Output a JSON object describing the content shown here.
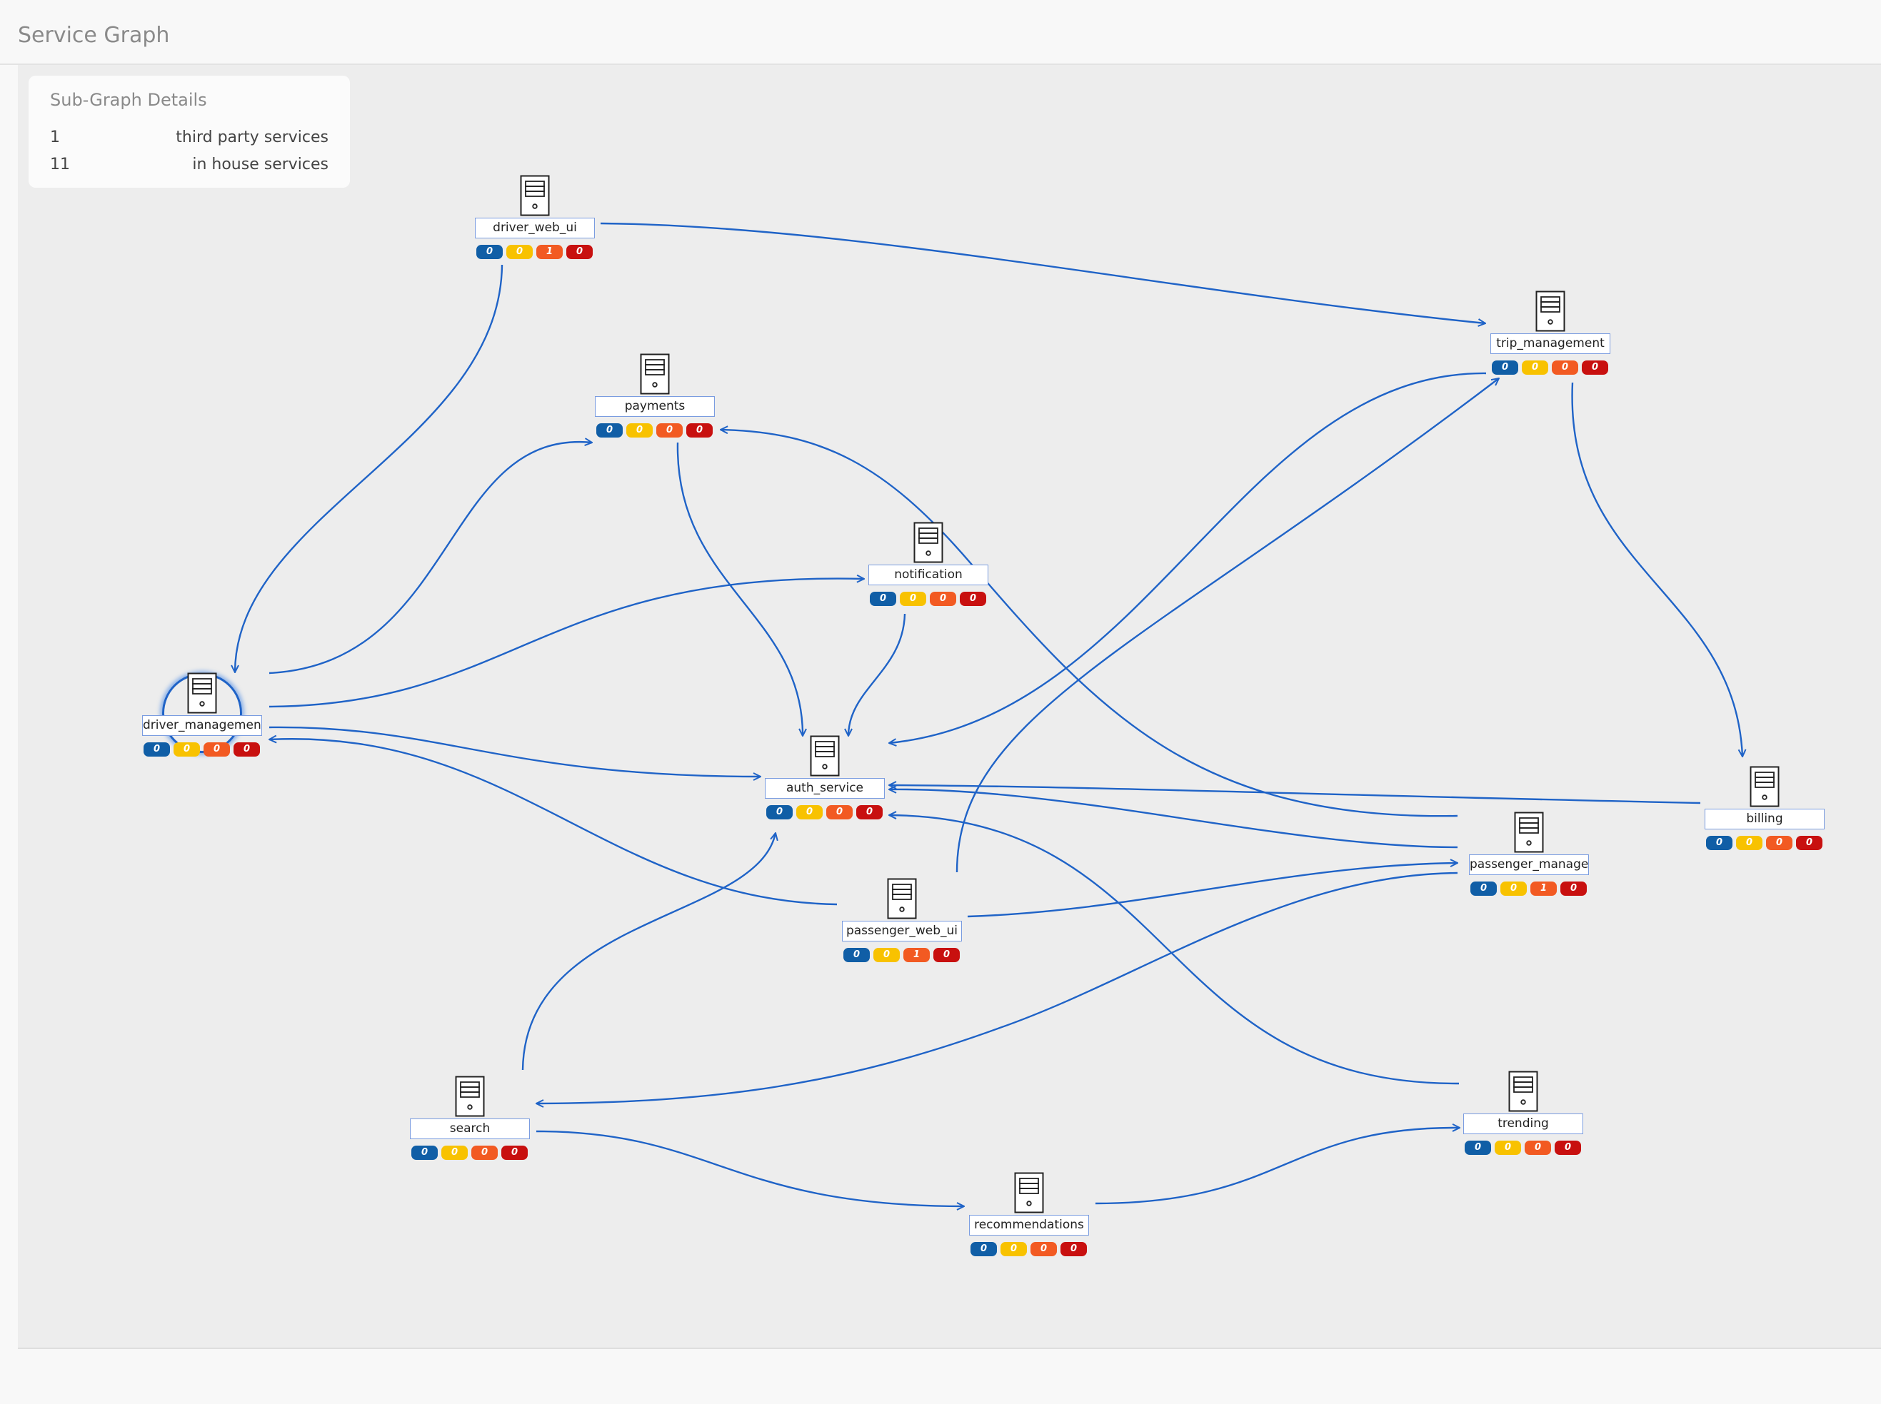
{
  "page": {
    "title": "Service Graph"
  },
  "sub_graph_details": {
    "title": "Sub-Graph Details",
    "rows": [
      {
        "count": "1",
        "label": "third party services"
      },
      {
        "count": "11",
        "label": "in house services"
      }
    ]
  },
  "colors": {
    "edge": "#1f63c7",
    "badge_blue": "#105ea6",
    "badge_yellow": "#f8c200",
    "badge_orange": "#f25a22",
    "badge_red": "#c8100f"
  },
  "nodes": [
    {
      "id": "driver_web_ui",
      "label": "driver_web_ui",
      "icon": "server-icon",
      "badges": [
        "0",
        "0",
        "1",
        "0"
      ]
    },
    {
      "id": "trip_management",
      "label": "trip_management",
      "icon": "server-icon",
      "badges": [
        "0",
        "0",
        "0",
        "0"
      ]
    },
    {
      "id": "payments",
      "label": "payments",
      "icon": "server-icon",
      "badges": [
        "0",
        "0",
        "0",
        "0"
      ]
    },
    {
      "id": "notification",
      "label": "notification",
      "icon": "server-icon",
      "badges": [
        "0",
        "0",
        "0",
        "0"
      ]
    },
    {
      "id": "driver_management",
      "label": "driver_management",
      "icon": "server-icon",
      "selected": true,
      "badges": [
        "0",
        "0",
        "0",
        "0"
      ]
    },
    {
      "id": "auth_service",
      "label": "auth_service",
      "icon": "server-icon",
      "badges": [
        "0",
        "0",
        "0",
        "0"
      ]
    },
    {
      "id": "billing",
      "label": "billing",
      "icon": "server-icon",
      "badges": [
        "0",
        "0",
        "0",
        "0"
      ]
    },
    {
      "id": "passenger_management",
      "label": "passenger_management",
      "icon": "server-icon",
      "badges": [
        "0",
        "0",
        "1",
        "0"
      ]
    },
    {
      "id": "passenger_web_ui",
      "label": "passenger_web_ui",
      "icon": "server-icon",
      "badges": [
        "0",
        "0",
        "1",
        "0"
      ]
    },
    {
      "id": "search",
      "label": "search",
      "icon": "server-icon",
      "badges": [
        "0",
        "0",
        "0",
        "0"
      ]
    },
    {
      "id": "trending",
      "label": "trending",
      "icon": "server-icon",
      "badges": [
        "0",
        "0",
        "0",
        "0"
      ]
    },
    {
      "id": "recommendations",
      "label": "recommendations",
      "icon": "server-icon",
      "badges": [
        "0",
        "0",
        "0",
        "0"
      ]
    }
  ],
  "edges": [
    {
      "from": "driver_web_ui",
      "to": "trip_management"
    },
    {
      "from": "driver_web_ui",
      "to": "driver_management"
    },
    {
      "from": "driver_management",
      "to": "payments"
    },
    {
      "from": "driver_management",
      "to": "notification"
    },
    {
      "from": "driver_management",
      "to": "auth_service"
    },
    {
      "from": "payments",
      "to": "auth_service"
    },
    {
      "from": "notification",
      "to": "auth_service"
    },
    {
      "from": "trip_management",
      "to": "auth_service"
    },
    {
      "from": "trip_management",
      "to": "billing"
    },
    {
      "from": "passenger_management",
      "to": "payments"
    },
    {
      "from": "passenger_management",
      "to": "auth_service"
    },
    {
      "from": "billing",
      "to": "auth_service"
    },
    {
      "from": "passenger_web_ui",
      "to": "driver_management"
    },
    {
      "from": "passenger_web_ui",
      "to": "trip_management"
    },
    {
      "from": "passenger_web_ui",
      "to": "passenger_management"
    },
    {
      "from": "passenger_management",
      "to": "search"
    },
    {
      "from": "search",
      "to": "auth_service"
    },
    {
      "from": "search",
      "to": "recommendations"
    },
    {
      "from": "recommendations",
      "to": "trending"
    },
    {
      "from": "trending",
      "to": "auth_service"
    }
  ]
}
